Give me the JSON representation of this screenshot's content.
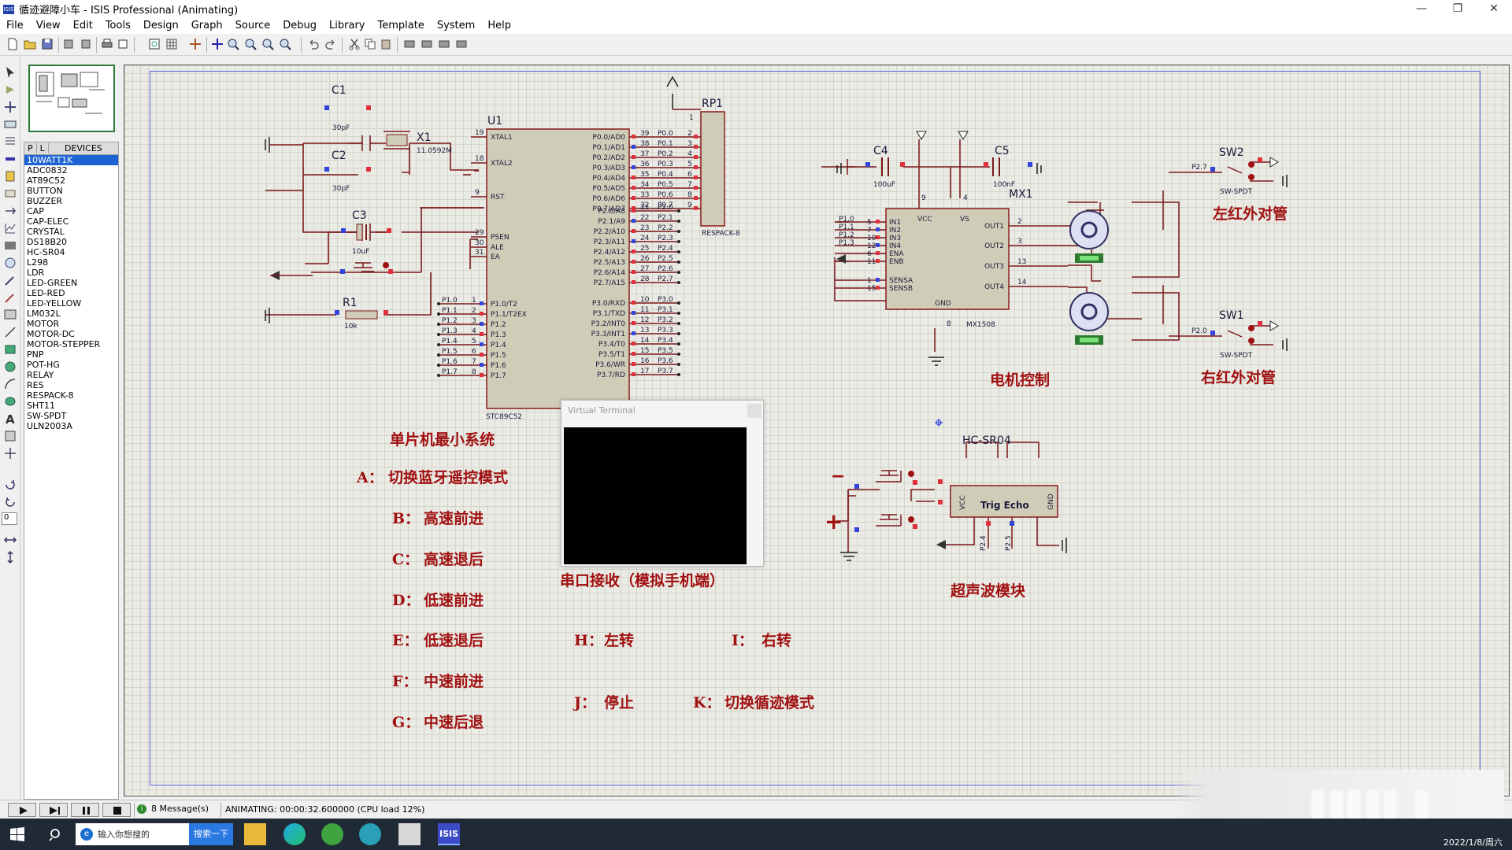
{
  "window": {
    "title": "循迹避障小车 - ISIS Professional (Animating)",
    "controls": [
      "—",
      "❐",
      "✕"
    ]
  },
  "menu": [
    "File",
    "View",
    "Edit",
    "Tools",
    "Design",
    "Graph",
    "Source",
    "Debug",
    "Library",
    "Template",
    "System",
    "Help"
  ],
  "devices_panel": {
    "tabs": [
      "P",
      "L"
    ],
    "header": "DEVICES",
    "items": [
      "10WATT1K",
      "ADC0832",
      "AT89C52",
      "BUTTON",
      "BUZZER",
      "CAP",
      "CAP-ELEC",
      "CRYSTAL",
      "DS18B20",
      "HC-SR04",
      "L298",
      "LDR",
      "LED-GREEN",
      "LED-RED",
      "LED-YELLOW",
      "LM032L",
      "MOTOR",
      "MOTOR-DC",
      "MOTOR-STEPPER",
      "PNP",
      "POT-HG",
      "RELAY",
      "RES",
      "RESPACK-8",
      "SHT11",
      "SW-SPDT",
      "ULN2003A"
    ],
    "selected_index": 0
  },
  "left_tool_value": "0",
  "schematic": {
    "components": {
      "c1": {
        "ref": "C1",
        "value": "30pF"
      },
      "c2": {
        "ref": "C2",
        "value": "30pF"
      },
      "c3": {
        "ref": "C3",
        "value": "10uF"
      },
      "x1": {
        "ref": "X1",
        "value": "11.0592M"
      },
      "r1": {
        "ref": "R1",
        "value": "10k"
      },
      "u1": {
        "ref": "U1",
        "part": "STC89C52"
      },
      "rp1": {
        "ref": "RP1",
        "part": "RESPACK-8"
      },
      "c4": {
        "ref": "C4",
        "value": "100uF"
      },
      "c5": {
        "ref": "C5",
        "value": "100nF"
      },
      "mx1": {
        "ref": "MX1",
        "part": "MX1508"
      },
      "sw2": {
        "ref": "SW2",
        "part": "SW-SPDT",
        "net": "P2.7"
      },
      "sw1": {
        "ref": "SW1",
        "part": "SW-SPDT",
        "net": "P2.0"
      },
      "hcsr04": {
        "ref": "HC-SR04",
        "pins": "Trig Echo",
        "vcc": "VCC",
        "gnd": "GND",
        "p24": "P2.4",
        "p25": "P2.5"
      }
    },
    "u1_left_pins": [
      {
        "num": "19",
        "name": "XTAL1"
      },
      {
        "num": "18",
        "name": "XTAL2"
      },
      {
        "num": "9",
        "name": "RST"
      },
      {
        "num": "29",
        "name": "PSEN"
      },
      {
        "num": "30",
        "name": "ALE"
      },
      {
        "num": "31",
        "name": "EA"
      }
    ],
    "u1_p1_pins": [
      {
        "num": "1",
        "name": "P1.0/T2",
        "net": "P1.0"
      },
      {
        "num": "2",
        "name": "P1.1/T2EX",
        "net": "P1.1"
      },
      {
        "num": "3",
        "name": "P1.2",
        "net": "P1.2"
      },
      {
        "num": "4",
        "name": "P1.3",
        "net": "P1.3"
      },
      {
        "num": "5",
        "name": "P1.4",
        "net": "P1.4"
      },
      {
        "num": "6",
        "name": "P1.5",
        "net": "P1.5"
      },
      {
        "num": "7",
        "name": "P1.6",
        "net": "P1.6"
      },
      {
        "num": "8",
        "name": "P1.7",
        "net": "P1.7"
      }
    ],
    "u1_p0_pins": [
      {
        "num": "39",
        "name": "P0.0/AD0",
        "net": "P0.0",
        "rp": "2"
      },
      {
        "num": "38",
        "name": "P0.1/AD1",
        "net": "P0.1",
        "rp": "3"
      },
      {
        "num": "37",
        "name": "P0.2/AD2",
        "net": "P0.2",
        "rp": "4"
      },
      {
        "num": "36",
        "name": "P0.3/AD3",
        "net": "P0.3",
        "rp": "5"
      },
      {
        "num": "35",
        "name": "P0.4/AD4",
        "net": "P0.4",
        "rp": "6"
      },
      {
        "num": "34",
        "name": "P0.5/AD5",
        "net": "P0.5",
        "rp": "7"
      },
      {
        "num": "33",
        "name": "P0.6/AD6",
        "net": "P0.6",
        "rp": "8"
      },
      {
        "num": "32",
        "name": "P0.7/AD7",
        "net": "P0.7",
        "rp": "9"
      }
    ],
    "u1_p2_pins": [
      {
        "num": "21",
        "name": "P2.0/A8",
        "net": "P2.0"
      },
      {
        "num": "22",
        "name": "P2.1/A9",
        "net": "P2.1"
      },
      {
        "num": "23",
        "name": "P2.2/A10",
        "net": "P2.2"
      },
      {
        "num": "24",
        "name": "P2.3/A11",
        "net": "P2.3"
      },
      {
        "num": "25",
        "name": "P2.4/A12",
        "net": "P2.4"
      },
      {
        "num": "26",
        "name": "P2.5/A13",
        "net": "P2.5"
      },
      {
        "num": "27",
        "name": "P2.6/A14",
        "net": "P2.6"
      },
      {
        "num": "28",
        "name": "P2.7/A15",
        "net": "P2.7"
      }
    ],
    "u1_p3_pins": [
      {
        "num": "10",
        "name": "P3.0/RXD",
        "net": "P3.0"
      },
      {
        "num": "11",
        "name": "P3.1/TXD",
        "net": "P3.1"
      },
      {
        "num": "12",
        "name": "P3.2/INT0",
        "net": "P3.2"
      },
      {
        "num": "13",
        "name": "P3.3/INT1",
        "net": "P3.3"
      },
      {
        "num": "14",
        "name": "P3.4/T0",
        "net": "P3.4"
      },
      {
        "num": "15",
        "name": "P3.5/T1",
        "net": "P3.5"
      },
      {
        "num": "16",
        "name": "P3.6/WR",
        "net": "P3.6"
      },
      {
        "num": "17",
        "name": "P3.7/RD",
        "net": "P3.7"
      }
    ],
    "mx_left_pins": [
      {
        "num": "5",
        "name": "IN1",
        "net": "P1.0"
      },
      {
        "num": "7",
        "name": "IN2",
        "net": "P1.1"
      },
      {
        "num": "10",
        "name": "IN3",
        "net": "P1.2"
      },
      {
        "num": "12",
        "name": "IN4",
        "net": "P1.3"
      },
      {
        "num": "6",
        "name": "ENA",
        "net": ""
      },
      {
        "num": "11",
        "name": "ENB",
        "net": ""
      },
      {
        "num": "1",
        "name": "SENSA",
        "net": ""
      },
      {
        "num": "15",
        "name": "SENSB",
        "net": ""
      }
    ],
    "mx_right_pins": [
      {
        "num": "2",
        "name": "OUT1"
      },
      {
        "num": "3",
        "name": "OUT2"
      },
      {
        "num": "13",
        "name": "OUT3"
      },
      {
        "num": "14",
        "name": "OUT4"
      }
    ],
    "mx_top": {
      "vcc": "VCC",
      "vs": "VS",
      "vcc_num": "9",
      "vs_num": "4",
      "gnd": "GND",
      "gnd_num": "8"
    },
    "rp1_pin1": "1",
    "labels": {
      "min_system": "单片机最小系统",
      "motor_control": "电机控制",
      "left_ir": "左红外对管",
      "right_ir": "右红外对管",
      "ultrasonic": "超声波模块",
      "serial_rx": "串口接收（模拟手机端）",
      "minus": "−",
      "plus": "+"
    },
    "commands": [
      {
        "key": "A：",
        "text": "切换蓝牙遥控模式"
      },
      {
        "key": "B：",
        "text": "高速前进"
      },
      {
        "key": "C：",
        "text": "高速退后"
      },
      {
        "key": "D：",
        "text": "低速前进"
      },
      {
        "key": "E：",
        "text": "低速退后"
      },
      {
        "key": "F：",
        "text": "中速前进"
      },
      {
        "key": "G：",
        "text": "中速后退"
      },
      {
        "key": "H：",
        "text": "左转"
      },
      {
        "key": "I：",
        "text": "右转"
      },
      {
        "key": "J：",
        "text": "停止"
      },
      {
        "key": "K：",
        "text": "切换循迹模式"
      }
    ]
  },
  "virtual_terminal": {
    "title": "Virtual Terminal"
  },
  "status": {
    "messages": "8 Message(s)",
    "animating": "ANIMATING: 00:00:32.600000 (CPU load 12%)"
  },
  "taskbar": {
    "search_placeholder": "输入你想搜的",
    "search_button": "搜索一下",
    "isis_label": "ISIS",
    "clock": "2022/1/8/周六"
  },
  "colors": {
    "wire": "#7a1818",
    "component_fill": "#cfcdb8",
    "component_stroke": "#8a1a1a",
    "pin_red": "#e0303c",
    "pin_blue": "#3344dd",
    "text_dark": "#1a1a3a",
    "annotation_red": "#a01010",
    "selection": "#1c64d4"
  }
}
